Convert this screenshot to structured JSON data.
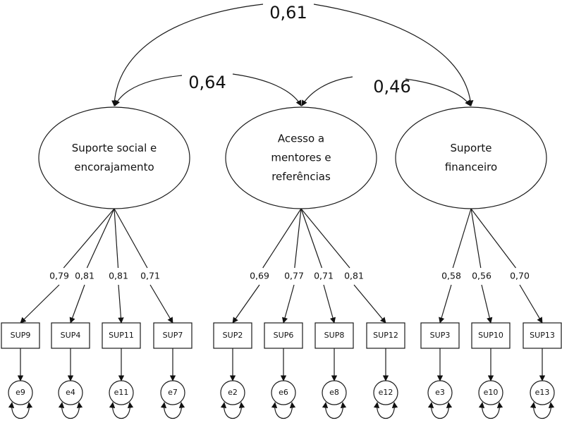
{
  "title": "Modelo de medida - Suporte",
  "latents": [
    {
      "id": "L1",
      "lines": [
        "Suporte social e",
        "encorajamento"
      ]
    },
    {
      "id": "L2",
      "lines": [
        "Acesso a",
        "mentores e",
        "referências"
      ]
    },
    {
      "id": "L3",
      "lines": [
        "Suporte",
        "financeiro"
      ]
    }
  ],
  "correlations": [
    {
      "from": "L1",
      "to": "L3",
      "value": "0,61"
    },
    {
      "from": "L1",
      "to": "L2",
      "value": "0,64"
    },
    {
      "from": "L2",
      "to": "L3",
      "value": "0,46"
    }
  ],
  "indicators": [
    {
      "name": "SUP9",
      "latent": "L1",
      "loading": "0,79",
      "error": "e9"
    },
    {
      "name": "SUP4",
      "latent": "L1",
      "loading": "0,81",
      "error": "e4"
    },
    {
      "name": "SUP11",
      "latent": "L1",
      "loading": "0,81",
      "error": "e11"
    },
    {
      "name": "SUP7",
      "latent": "L1",
      "loading": "0,71",
      "error": "e7"
    },
    {
      "name": "SUP2",
      "latent": "L2",
      "loading": "0,69",
      "error": "e2"
    },
    {
      "name": "SUP6",
      "latent": "L2",
      "loading": "0,77",
      "error": "e6"
    },
    {
      "name": "SUP8",
      "latent": "L2",
      "loading": "0,71",
      "error": "e8"
    },
    {
      "name": "SUP12",
      "latent": "L2",
      "loading": "0,81",
      "error": "e12"
    },
    {
      "name": "SUP3",
      "latent": "L3",
      "loading": "0,58",
      "error": "e3"
    },
    {
      "name": "SUP10",
      "latent": "L3",
      "loading": "0,56",
      "error": "e10"
    },
    {
      "name": "SUP13",
      "latent": "L3",
      "loading": "0,70",
      "error": "e13"
    }
  ]
}
